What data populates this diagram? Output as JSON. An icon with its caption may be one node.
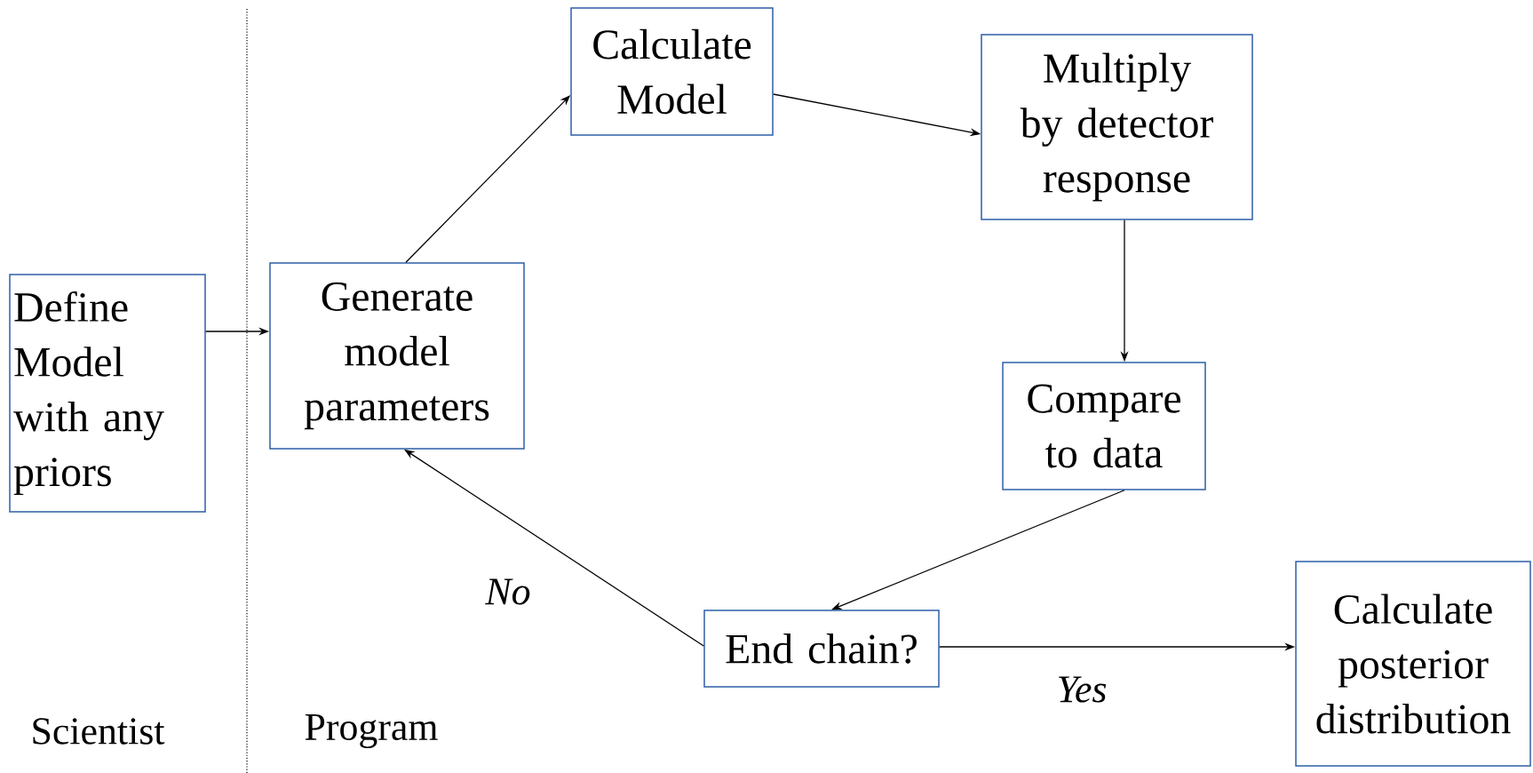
{
  "diagram": {
    "nodes": [
      {
        "text": [
          "Define Model with any priors"
        ]
      },
      {
        "text": [
          "Generate model parameters"
        ]
      },
      {
        "text": [
          "Calculate Model"
        ]
      },
      {
        "text": [
          "Multiply by detector response"
        ]
      },
      {
        "text": [
          "Compare to data"
        ]
      },
      {
        "text": [
          "End chain?"
        ]
      },
      {
        "text": [
          "Calculate posterior distribution"
        ]
      }
    ],
    "edges": [
      {
        "from": 0,
        "to": 1,
        "arrow": "to"
      },
      {
        "from": 1,
        "to": 2,
        "arrow": "to"
      },
      {
        "from": 2,
        "to": 3,
        "arrow": "to"
      },
      {
        "from": 3,
        "to": 4,
        "arrow": "to"
      },
      {
        "from": 4,
        "to": 5,
        "arrow": "to"
      },
      {
        "from": 5,
        "to": 1,
        "arrow": "to",
        "label": "No"
      },
      {
        "from": 5,
        "to": 6,
        "arrow": "to",
        "label": "Yes"
      }
    ],
    "labels": [
      "Scientist",
      "Program"
    ]
  }
}
